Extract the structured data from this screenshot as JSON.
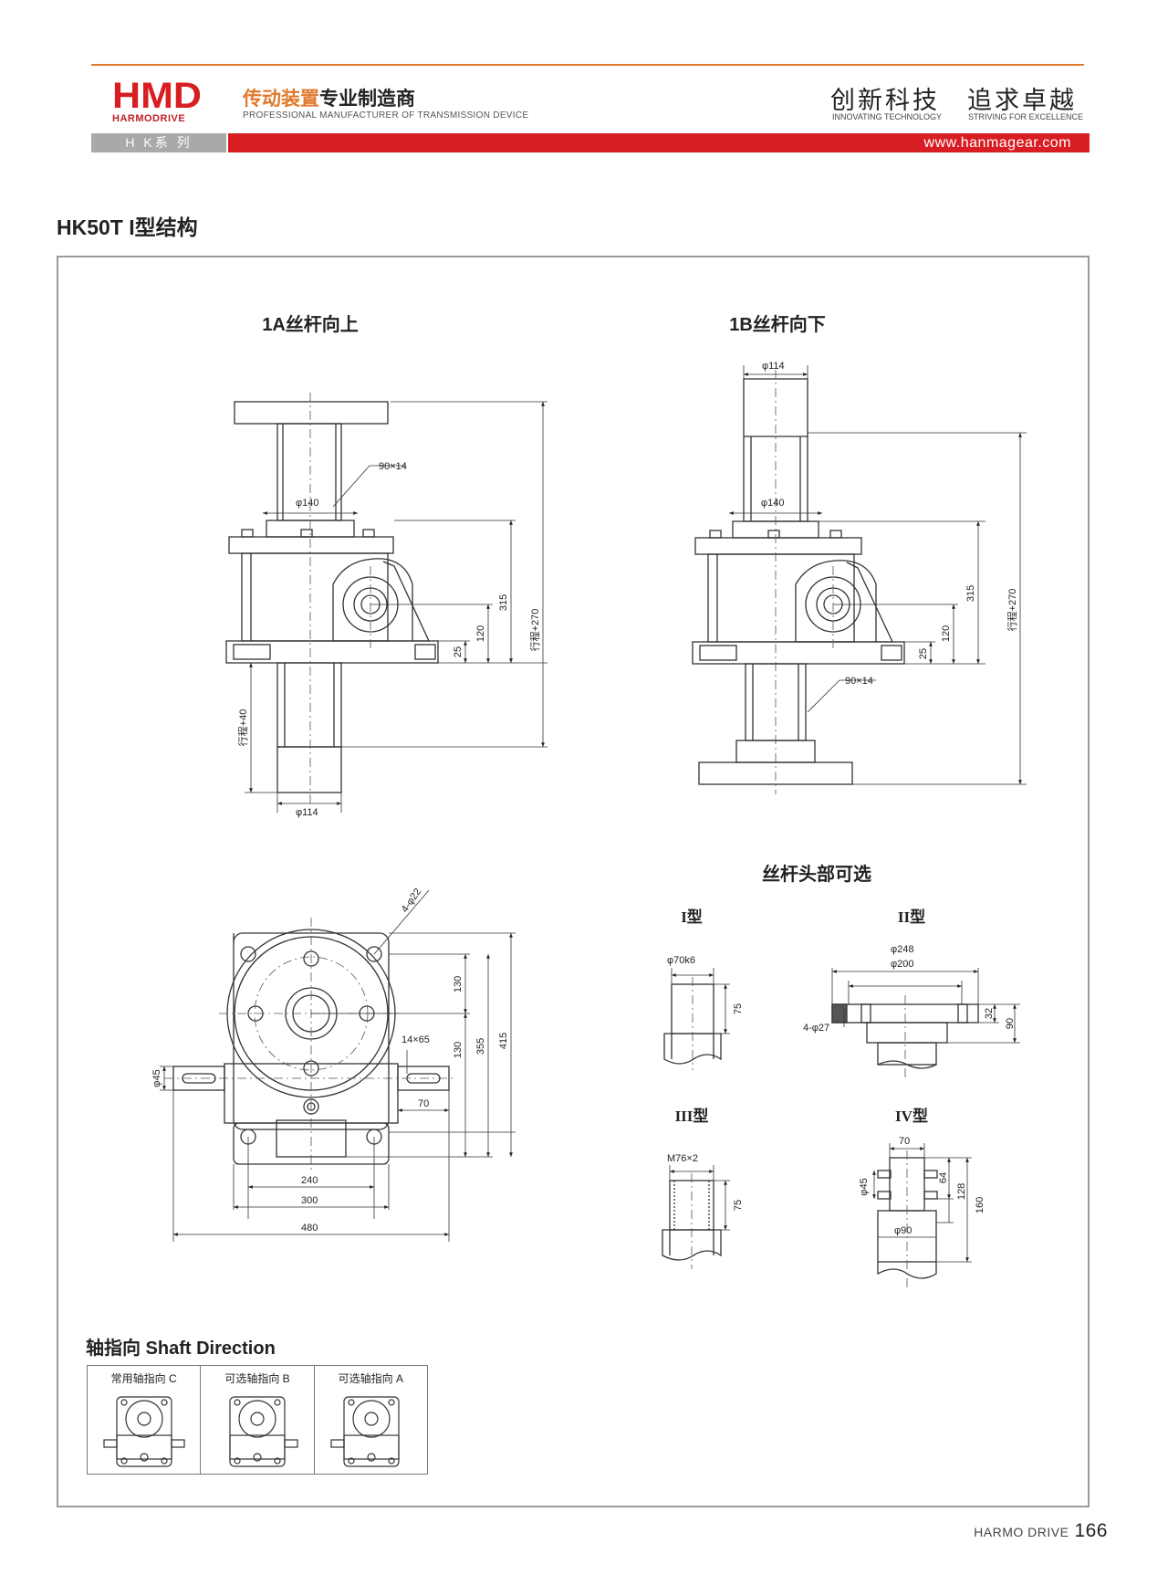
{
  "header": {
    "logo_text": "HMD",
    "brand_sub": "HARMODRIVE",
    "tagline_cn_accent": "传动装置",
    "tagline_cn_rest": "专业制造商",
    "tagline_en": "PROFESSIONAL MANUFACTURER OF TRANSMISSION DEVICE",
    "motto_1": "创新科技",
    "motto_1_en": "INNOVATING TECHNOLOGY",
    "motto_2": "追求卓越",
    "motto_2_en": "STRIVING FOR EXCELLENCE",
    "series": "H K系 列",
    "url": "www.hanmagear.com"
  },
  "page_title": "HK50T I型结构",
  "views": {
    "view_1a": "1A丝杆向上",
    "view_1b": "1B丝杆向下",
    "head_options": "丝杆头部可选"
  },
  "dims_1a": {
    "thread": "90×14",
    "dia_140": "φ140",
    "dia_114": "φ114",
    "d315": "315",
    "d120": "120",
    "d25": "25",
    "stroke270": "行程+270",
    "stroke40": "行程+40"
  },
  "dims_1b": {
    "dia_114": "φ114",
    "dia_140": "φ140",
    "thread": "90×14",
    "d315": "315",
    "d120": "120",
    "d25": "25",
    "stroke270": "行程+270"
  },
  "dims_top": {
    "holes": "4-φ22",
    "key": "14×65",
    "d130a": "130",
    "d130b": "130",
    "d355": "355",
    "d415": "415",
    "d70": "70",
    "dia45": "φ45",
    "d240": "240",
    "d300": "300",
    "d480": "480"
  },
  "type_i": {
    "label": "I型",
    "dia": "φ70k6",
    "len": "75"
  },
  "type_ii": {
    "label": "II型",
    "dia_248": "φ248",
    "dia_200": "φ200",
    "holes": "4-φ27",
    "h32": "32",
    "h90": "90"
  },
  "type_iii": {
    "label": "III型",
    "thread": "M76×2",
    "len": "75"
  },
  "type_iv": {
    "label": "IV型",
    "w70": "70",
    "dia45": "φ45",
    "d64": "64",
    "d128": "128",
    "d160": "160",
    "dia90": "φ90"
  },
  "shaft": {
    "title": "轴指向 Shaft Direction",
    "items": [
      "常用轴指向 C",
      "可选轴指向 B",
      "可选轴指向 A"
    ]
  },
  "footer": {
    "brand": "HARMO DRIVE",
    "page": "166"
  },
  "colors": {
    "accent": "#e07a2e",
    "red": "#d81e22",
    "gray": "#a9a9a9"
  }
}
